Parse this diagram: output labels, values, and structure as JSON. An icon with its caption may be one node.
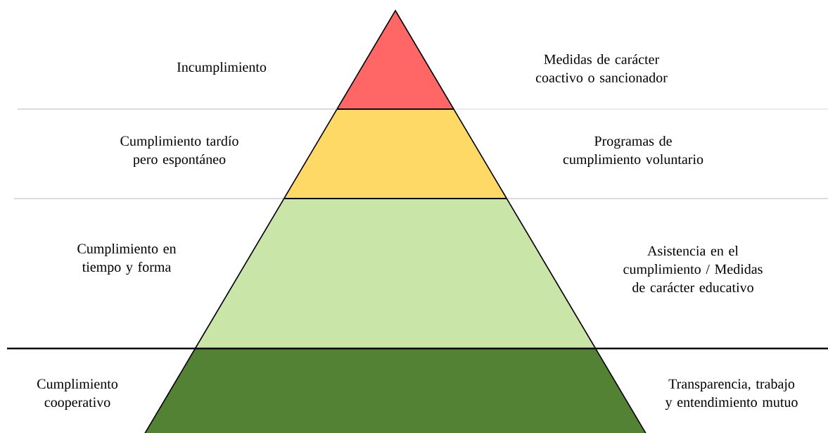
{
  "diagram": {
    "nodes": [
      {
        "text": [],
        "shape": "triangle"
      },
      {
        "text": [],
        "shape": "trapezoid"
      },
      {
        "text": [],
        "shape": "trapezoid"
      },
      {
        "text": [],
        "shape": "trapezoid"
      }
    ],
    "labels": [
      "Incumplimiento",
      "Medidas de carácter coactivo o sancionador",
      "Cumplimiento tardío pero espontáneo",
      "Programas de cumplimiento voluntario",
      "Cumplimiento en tiempo y forma",
      "Asistencia en el cumplimiento / Medidas de carácter educativo",
      "Cumplimiento cooperativo",
      "Transparencia, trabajo y entendimiento mutuo"
    ]
  }
}
